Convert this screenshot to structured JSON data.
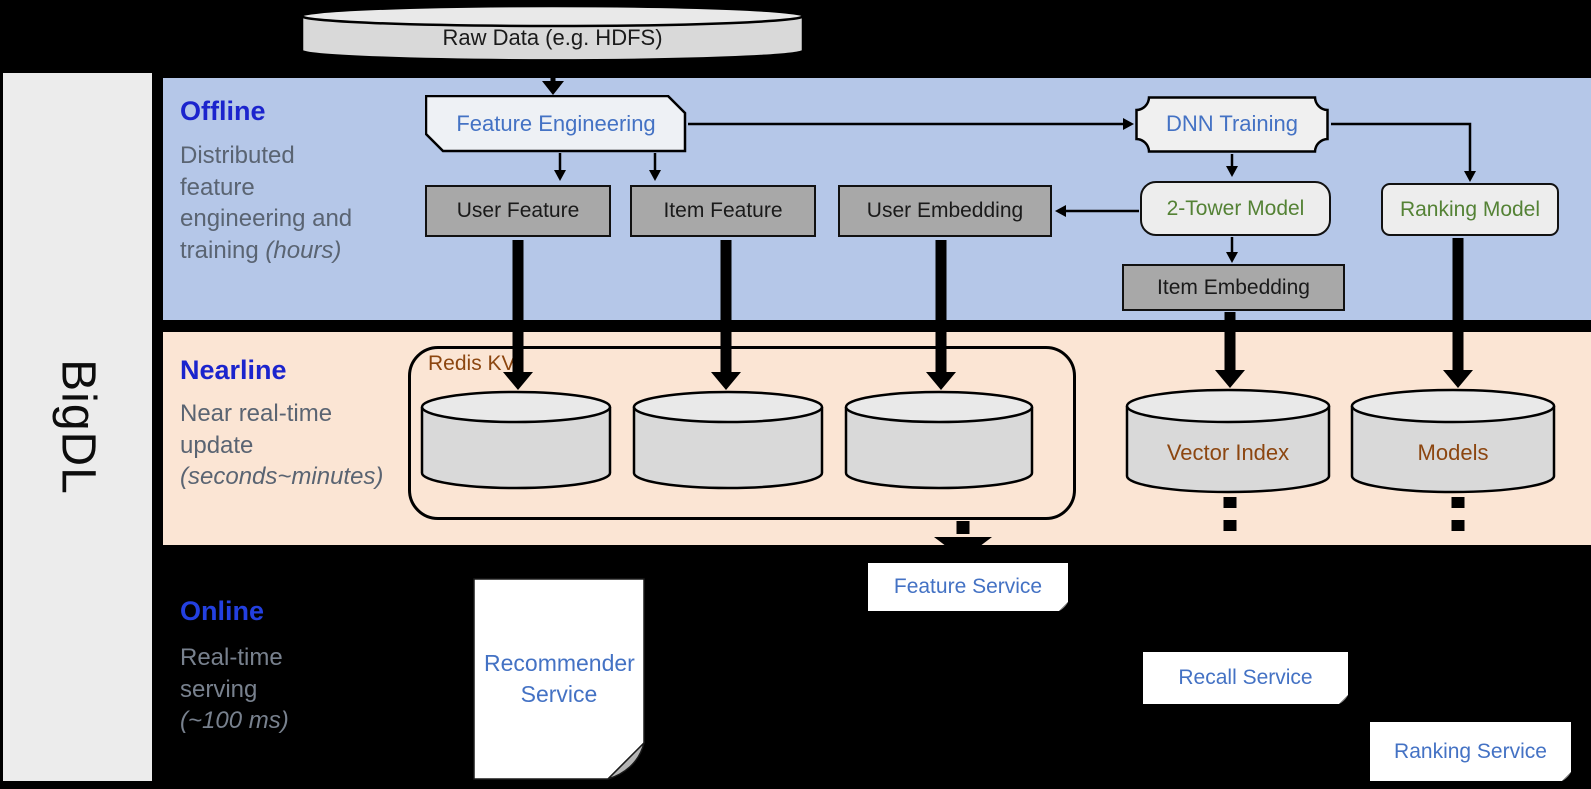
{
  "colors": {
    "band_blue": "#b5c7e8",
    "band_peach": "#fbe5d4",
    "sidebar_gray": "#ececec",
    "box_gray": "#a8a8a8",
    "box_light": "#f0f0f0",
    "title_blue": "#1b24cd",
    "label_blue": "#4472c4",
    "label_green": "#548235",
    "label_brown": "#8c4610",
    "desc_gray": "#5a6472"
  },
  "sidebar": {
    "brand": "BigDL"
  },
  "pipeline": {
    "raw_data": "Raw Data (e.g. HDFS)"
  },
  "offline": {
    "title": "Offline",
    "description": "Distributed feature engineering and training ",
    "description_italic": "(hours)",
    "feature_engineering": "Feature Engineering",
    "dnn_training": "DNN Training",
    "user_feature": "User Feature",
    "item_feature": "Item Feature",
    "user_embedding": "User Embedding",
    "two_tower_model": "2-Tower Model",
    "ranking_model": "Ranking Model",
    "item_embedding": "Item Embedding"
  },
  "nearline": {
    "title": "Nearline",
    "description": "Near real-time update ",
    "description_italic": "(seconds~minutes)",
    "redis_kv": "Redis KV",
    "vector_index": "Vector Index",
    "models": "Models"
  },
  "online": {
    "title": "Online",
    "description": "Real-time serving ",
    "description_italic": "(~100 ms)",
    "recommender_service": "Recommender Service",
    "feature_service": "Feature Service",
    "recall_service": "Recall Service",
    "ranking_service": "Ranking Service"
  }
}
